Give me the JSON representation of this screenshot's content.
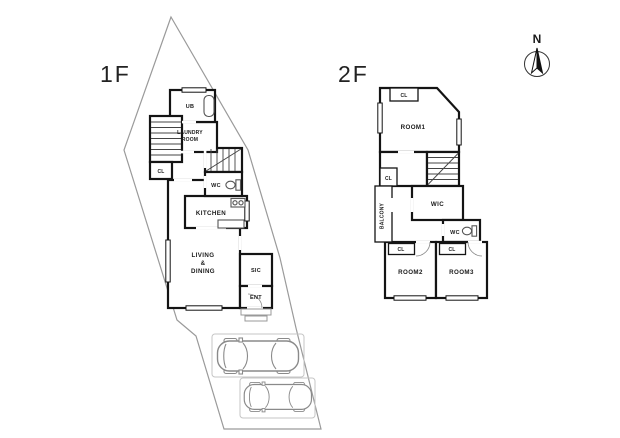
{
  "floor1": {
    "label": "1F",
    "rooms": {
      "ub": "UB",
      "laundry_line1": "LAUNDRY",
      "laundry_line2": "ROOM",
      "cl": "CL",
      "wc": "WC",
      "kitchen": "KITCHEN",
      "living_line1": "LIVING",
      "living_line2": "&",
      "living_line3": "DINING",
      "sic": "SIC",
      "ent": "ENT"
    }
  },
  "floor2": {
    "label": "2F",
    "rooms": {
      "cl_top": "CL",
      "room1": "ROOM1",
      "cl_hall": "CL",
      "balcony": "BALCONY",
      "wic": "WIC",
      "wc": "WC",
      "cl_room2": "CL",
      "cl_room3": "CL",
      "room2": "ROOM2",
      "room3": "ROOM3"
    }
  },
  "compass": {
    "label": "N"
  },
  "colors": {
    "wall": "#141414",
    "boundary": "#9a9a9a",
    "car_outline": "#8a8a8a",
    "background": "#ffffff"
  }
}
